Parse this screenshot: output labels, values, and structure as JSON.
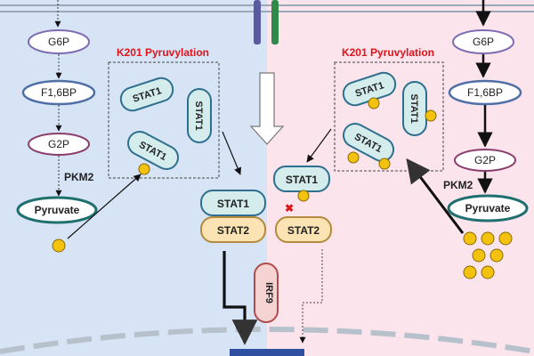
{
  "left_panel": {
    "pathway": [
      "G6P",
      "F1,6BP",
      "G2P",
      "Pyruvate"
    ],
    "enzyme_label": "PKM2",
    "modification_title": "K201 Pyruvylation",
    "stat1_labels": [
      "STAT1",
      "STAT1",
      "STAT1"
    ],
    "dimer": {
      "top": "STAT1",
      "bottom": "STAT2"
    },
    "pyruvate_dot_count": 1
  },
  "right_panel": {
    "pathway": [
      "G6P",
      "F1,6BP",
      "G2P",
      "Pyruvate"
    ],
    "enzyme_label": "PKM2",
    "modification_title": "K201 Pyruvylation",
    "stat1_labels": [
      "STAT1",
      "STAT1",
      "STAT1"
    ],
    "free_stat1": "STAT1",
    "free_stat2": "STAT2",
    "blocked_marker": "✖",
    "pyruvate_dot_count": 7
  },
  "center": {
    "irf9_label": "IRF9"
  },
  "colors": {
    "left_background": "#d6e4f5",
    "right_background": "#fbe4ec",
    "stat1_fill": "#d4ecec",
    "stat1_stroke": "#2e6f8e",
    "stat2_fill": "#fbe3b3",
    "stat2_stroke": "#b48a3f",
    "irf9_fill": "#f6d3d3",
    "irf9_stroke": "#b14a4a",
    "pyruvate_dot": "#f3c20f",
    "pathway_g6p": "#7c6bb0",
    "pathway_f16bp": "#4f6fa6",
    "pathway_g2p": "#8a3d6b",
    "pathway_pyruvate": "#1f6f6f",
    "title_red": "#e0141b",
    "receptor_left": "#5a5aa0",
    "receptor_right": "#2f8a4a",
    "nucleus_target": "#2f4fa0"
  }
}
